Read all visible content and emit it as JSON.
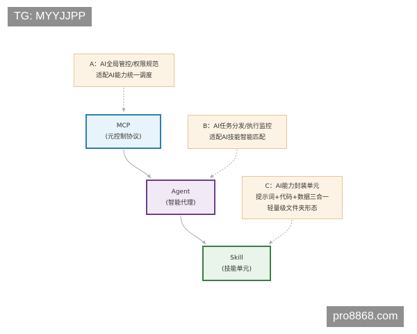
{
  "watermarks": {
    "top_left": "TG: MYYJJPP",
    "bottom_right": "pro8868.com"
  },
  "notes": {
    "a": {
      "line1": "A：AI全局管控/权限规范",
      "line2": "适配AI能力统一调度"
    },
    "b": {
      "line1": "B：AI任务分发/执行监控",
      "line2": "适配AI技能智能匹配"
    },
    "c": {
      "line1": "C：AI能力封装单元",
      "line2": "提示词+代码+数据三合一",
      "line3": "轻量级文件夹形态"
    }
  },
  "nodes": {
    "mcp": {
      "title": "MCP",
      "subtitle": "(元控制协议)"
    },
    "agent": {
      "title": "Agent",
      "subtitle": "(智能代理)"
    },
    "skill": {
      "title": "Skill",
      "subtitle": "(技能单元)"
    }
  },
  "colors": {
    "note_fill": "#fdf3e4",
    "note_border": "#e6c598",
    "mcp_fill": "#e8f4fb",
    "mcp_border": "#2b7fb0",
    "agent_fill": "#f2e9f7",
    "agent_border": "#6b3f87",
    "skill_fill": "#e9f4ea",
    "skill_border": "#3e7a45",
    "edge": "#aaaaaa",
    "watermark_bg": "#8f8f8f"
  }
}
